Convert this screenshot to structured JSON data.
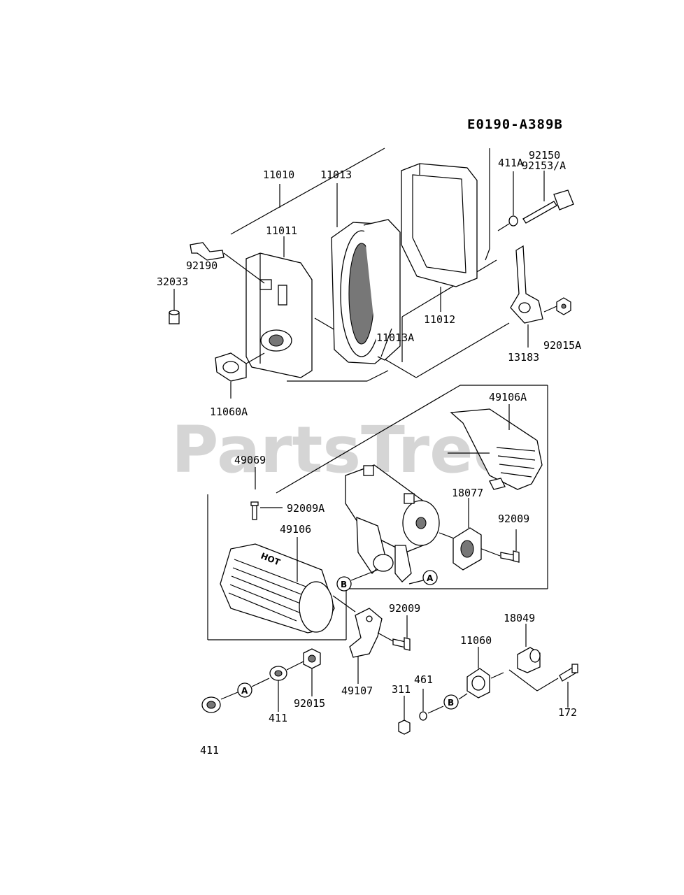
{
  "diagram": {
    "code": "E0190-A389B",
    "watermark": "PartsTree",
    "watermark_tm": "™",
    "footer": "411",
    "labels": {
      "p11010": "11010",
      "p11013": "11013",
      "p11011": "11011",
      "p92190": "92190",
      "p32033": "32033",
      "p11013A": "11013A",
      "p11012": "11012",
      "p11060A": "11060A",
      "p411A": "411A",
      "p92150": "92150",
      "p92153A": "92153/A",
      "p13183": "13183",
      "p92015A": "92015A",
      "p49106A": "49106A",
      "p49069": "49069",
      "p92009A": "92009A",
      "p49106": "49106",
      "p18077": "18077",
      "p92009a": "92009",
      "p92009b": "92009",
      "p49107": "49107",
      "p18049": "18049",
      "p11060": "11060",
      "p461": "461",
      "p311": "311",
      "p172": "172",
      "p411": "411",
      "p92015": "92015"
    },
    "callouts": {
      "A": "A",
      "B": "B"
    }
  }
}
